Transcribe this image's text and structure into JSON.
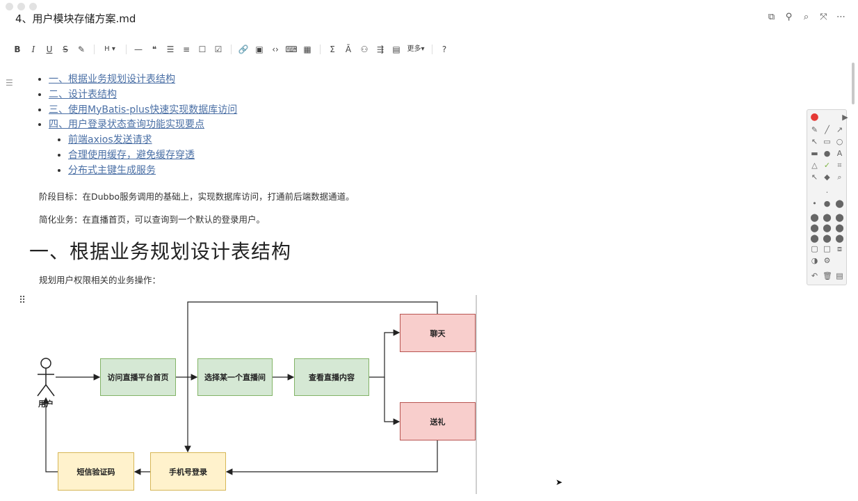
{
  "window": {
    "title": "4、用户模块存储方案.md"
  },
  "title_icons": [
    "outline-view-icon",
    "share-icon",
    "search-icon",
    "expand-icon",
    "more-icon"
  ],
  "toolbar": {
    "bold": "B",
    "italic": "I",
    "underline": "U",
    "strike": "S",
    "highlight": "✎",
    "heading": "H ▾",
    "hr": "—",
    "quote": "❝",
    "bullet_list": "☰",
    "ordered_list": "≡",
    "checkbox": "☐",
    "task": "☑",
    "link": "🔗",
    "image": "▣",
    "code": "‹›",
    "code_block": "⌨",
    "table": "▦",
    "formula": "Σ",
    "text_style": "Ā",
    "diagram": "⚇",
    "mindmap": "⇶",
    "embed": "▤",
    "more": "更多▾",
    "help": "?"
  },
  "toc": {
    "items": [
      "一、根据业务规划设计表结构",
      "二、设计表结构",
      "三、使用MyBatis-plus快速实现数据库访问",
      "四、用户登录状态查询功能实现要点"
    ],
    "subitems": [
      "前端axios发送请求",
      "合理使用缓存，避免缓存穿透",
      "分布式主键生成服务"
    ]
  },
  "content": {
    "goal": "阶段目标：在Dubbo服务调用的基础上，实现数据库访问，打通前后端数据通道。",
    "simplify": "简化业务：在直播首页，可以查询到一个默认的登录用户。",
    "heading1": "一、根据业务规划设计表结构",
    "desc": "规划用户权限相关的业务操作："
  },
  "diagram": {
    "actor": "用户",
    "nodes": {
      "visit": "访问直播平台首页",
      "choose": "选择某一个直播间",
      "view": "查看直播内容",
      "chat": "聊天",
      "gift": "送礼",
      "phone": "手机号登录",
      "sms": "短信验证码"
    },
    "colors": {
      "green_fill": "#d5e8d4",
      "red_fill": "#f8cecc",
      "yellow_fill": "#fff2cc"
    }
  }
}
